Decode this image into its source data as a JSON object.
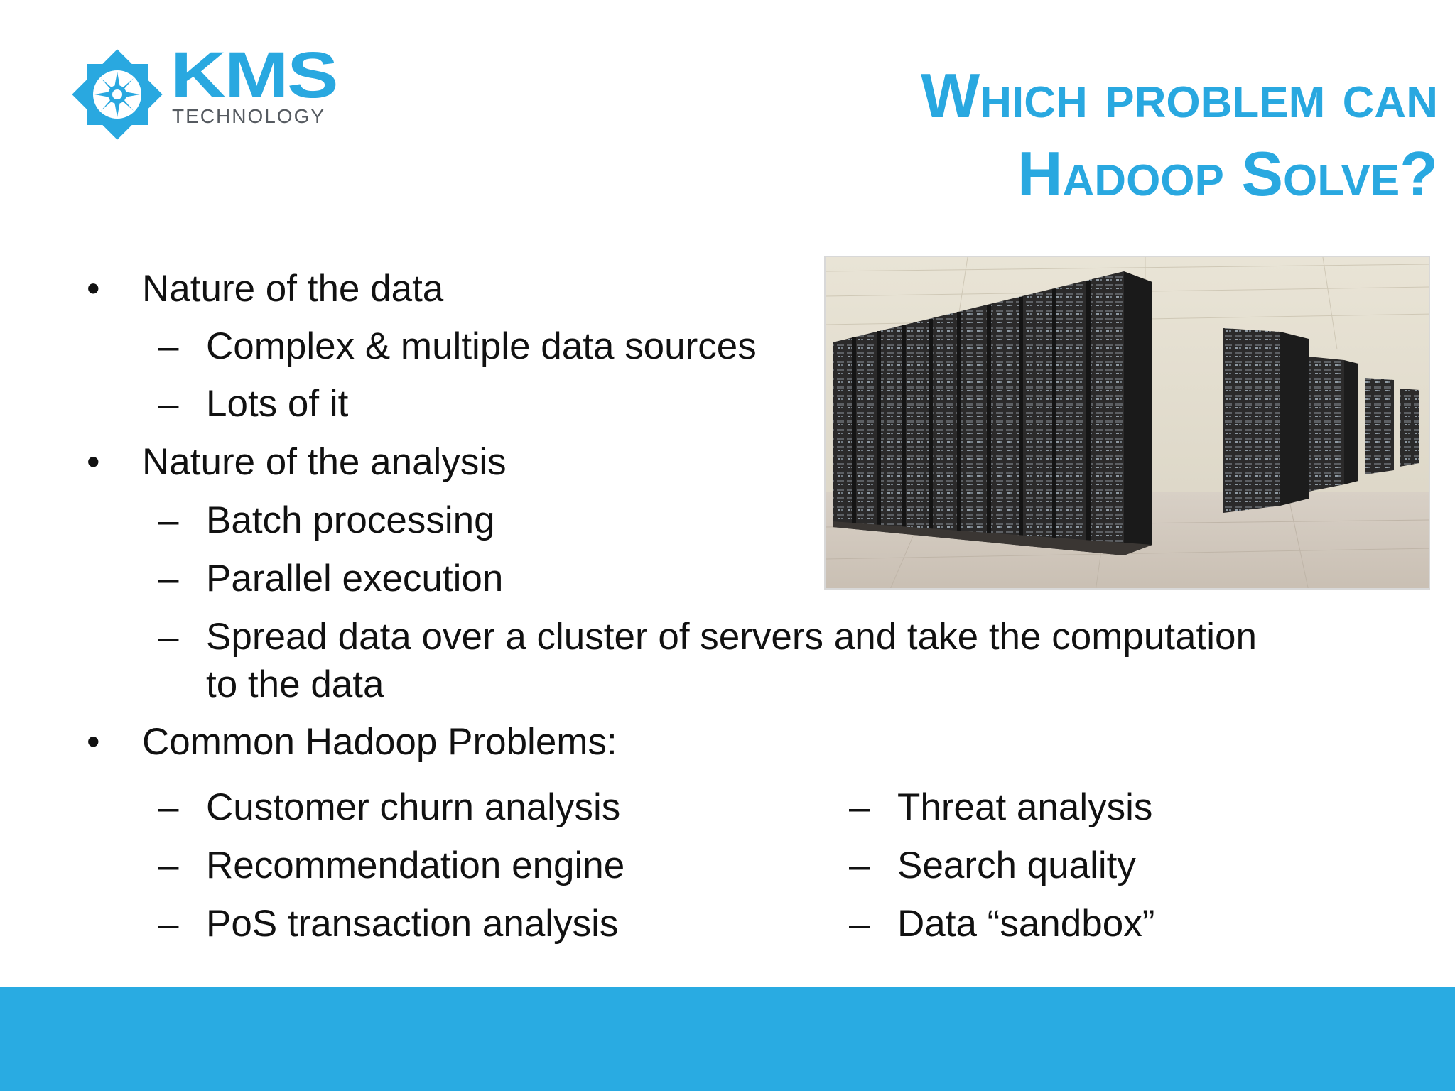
{
  "logo": {
    "word": "KMS",
    "sub": "TECHNOLOGY"
  },
  "title": {
    "line1": "Which problem can",
    "line2": "Hadoop Solve?"
  },
  "bullet_char": "•",
  "dash_char": "–",
  "bullets": {
    "b1": "Nature of the data",
    "b1_1": "Complex & multiple data sources",
    "b1_2": "Lots of it",
    "b2": "Nature of the analysis",
    "b2_1": "Batch processing",
    "b2_2": "Parallel execution",
    "b2_3a": "Spread data over a cluster of servers and take the computation",
    "b2_3b": "to the data",
    "b3": "Common Hadoop Problems:"
  },
  "problems_left": [
    "Customer churn analysis",
    "Recommendation engine",
    "PoS transaction analysis"
  ],
  "problems_right": [
    "Threat analysis",
    "Search quality",
    "Data “sandbox”"
  ],
  "colors": {
    "accent": "#29abe2",
    "text": "#111111"
  }
}
